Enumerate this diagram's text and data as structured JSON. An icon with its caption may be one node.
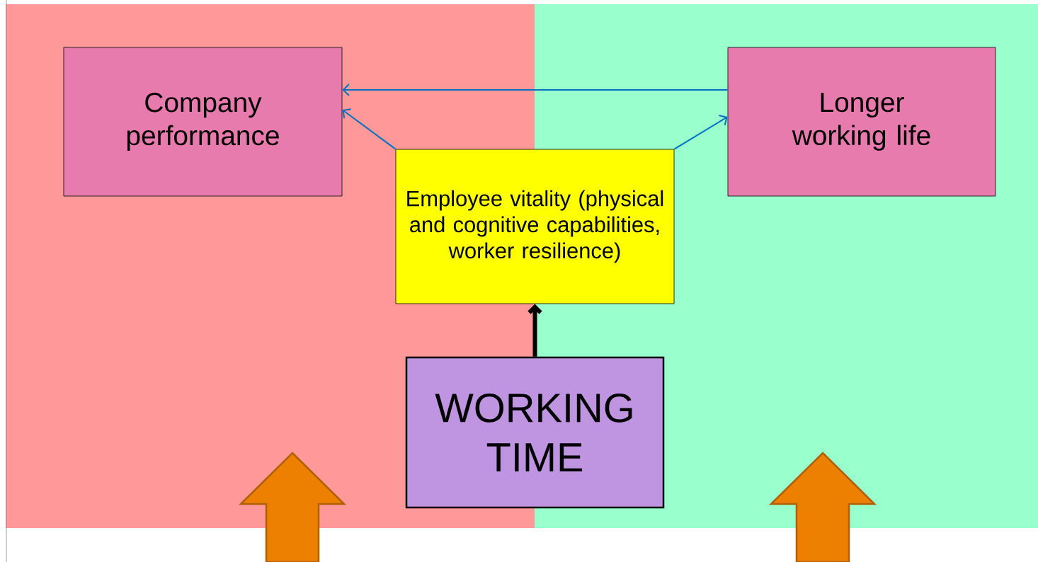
{
  "diagram": {
    "nodes": [
      {
        "text": [
          "Company performance"
        ]
      },
      {
        "text": [
          "Longer working life"
        ]
      },
      {
        "text": [
          "Employee vitality (physical and cognitive capabilities, worker resilience)"
        ]
      },
      {
        "text": [
          "WORKING TIME"
        ]
      }
    ],
    "edges": [
      {
        "from": 1,
        "to": 0,
        "arrow": "to"
      },
      {
        "from": 2,
        "to": 0,
        "arrow": "to"
      },
      {
        "from": 2,
        "to": 1,
        "arrow": "to"
      },
      {
        "from": 3,
        "to": 2,
        "arrow": "to",
        "style": "thick",
        "color": "#000000"
      }
    ]
  }
}
